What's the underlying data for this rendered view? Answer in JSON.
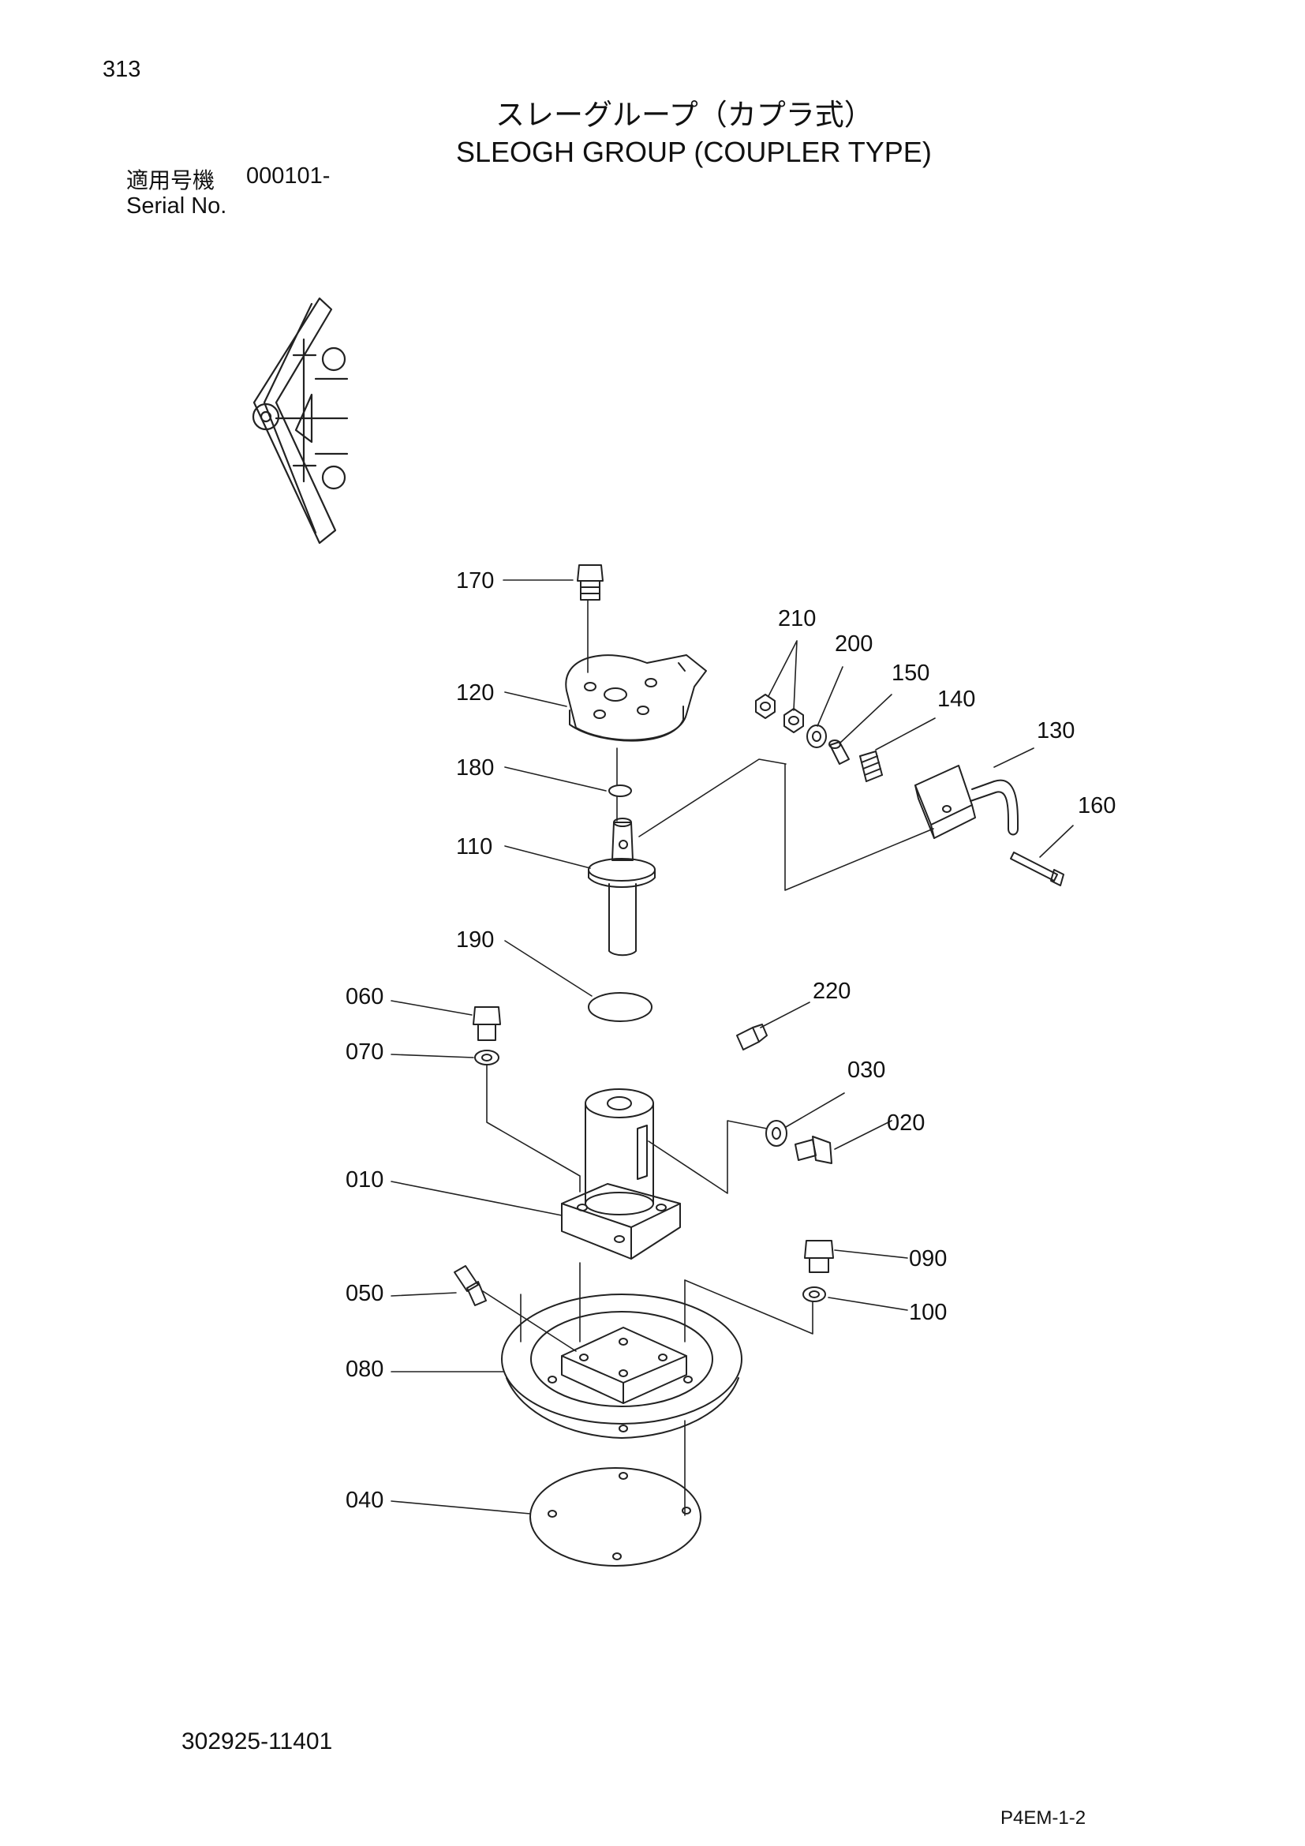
{
  "header": {
    "page_number": "313",
    "title_jp": "スレーグループ（カプラ式）",
    "title_en": "SLEOGH GROUP (COUPLER TYPE)",
    "serial_label_jp": "適用号機",
    "serial_value": "000101-",
    "serial_label_en": "Serial No."
  },
  "callouts": {
    "c010": "010",
    "c020": "020",
    "c030": "030",
    "c040": "040",
    "c050": "050",
    "c060": "060",
    "c070": "070",
    "c080": "080",
    "c090": "090",
    "c100": "100",
    "c110": "110",
    "c120": "120",
    "c130": "130",
    "c140": "140",
    "c150": "150",
    "c160": "160",
    "c170": "170",
    "c180": "180",
    "c190": "190",
    "c200": "200",
    "c210": "210",
    "c220": "220"
  },
  "footer": {
    "drawing_number": "302925-11401",
    "page_code": "P4EM-1-2"
  }
}
